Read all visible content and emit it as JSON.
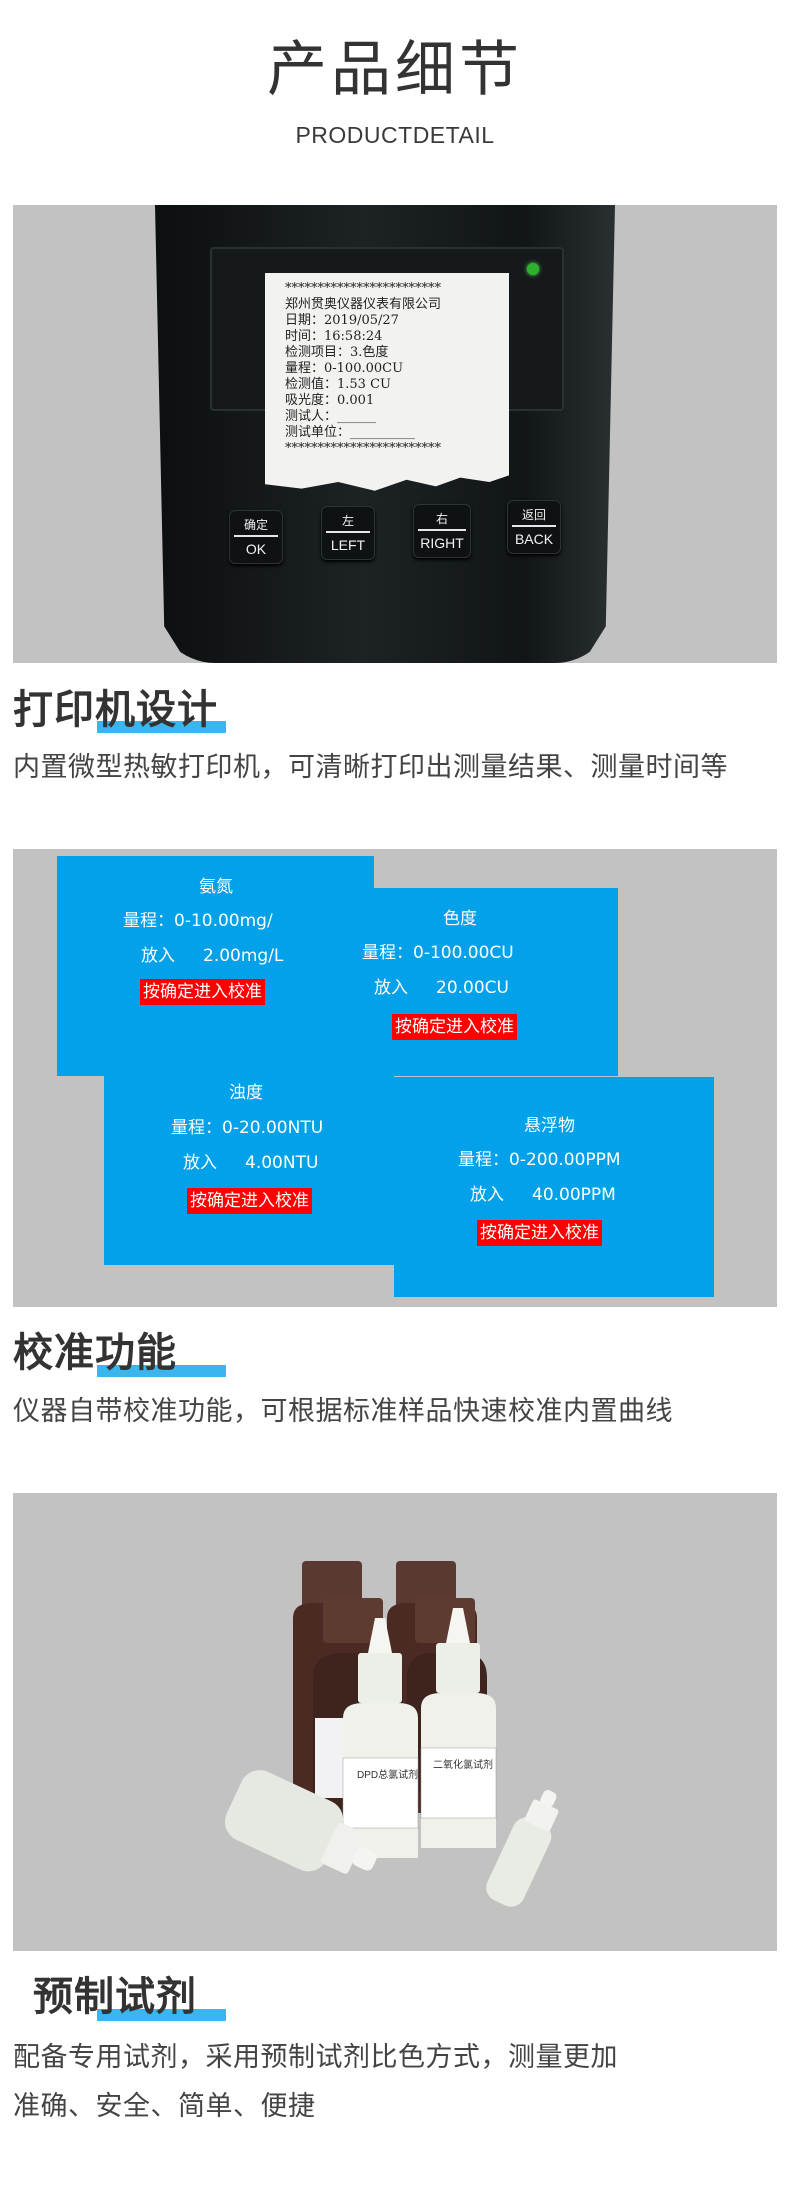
{
  "header": {
    "title": "产品细节",
    "subtitle": "PRODUCTDETAIL"
  },
  "sections": [
    {
      "heading": "打印机设计",
      "description": "内置微型热敏打印机，可清晰打印出测量结果、测量时间等",
      "image": {
        "receipt_lines": [
          "************************",
          "郑州贯奥仪器仪表有限公司",
          "日期：2019/05/27",
          "时间：16:58:24",
          "检测项目：3.色度",
          "量程：0-100.00CU",
          "检测值：1.53 CU",
          "吸光度：0.001",
          "测试人：______",
          "测试单位：__________",
          "************************"
        ],
        "keys": [
          {
            "top": "确定",
            "bottom": "OK"
          },
          {
            "top": "左",
            "bottom": "LEFT"
          },
          {
            "top": "右",
            "bottom": "RIGHT"
          },
          {
            "top": "返回",
            "bottom": "BACK"
          }
        ]
      }
    },
    {
      "heading": "校准功能",
      "description": "仪器自带校准功能，可根据标准样品快速校准内置曲线",
      "cards": [
        {
          "name": "氨氮",
          "range_label": "量程：",
          "range": "0-10.00mg/",
          "put_label": "放入",
          "put": "2.00mg/L",
          "button": "按确定进入校准"
        },
        {
          "name": "色度",
          "range_label": "量程：",
          "range": "0-100.00CU",
          "put_label": "放入",
          "put": "20.00CU",
          "button": "按确定进入校准"
        },
        {
          "name": "浊度",
          "range_label": "量程：",
          "range": "0-20.00NTU",
          "put_label": "放入",
          "put": "4.00NTU",
          "button": "按确定进入校准"
        },
        {
          "name": "悬浮物",
          "range_label": "量程：",
          "range": "0-200.00PPM",
          "put_label": "放入",
          "put": "40.00PPM",
          "button": "按确定进入校准"
        }
      ]
    },
    {
      "heading": "预制试剂",
      "description_lines": [
        "配备专用试剂，采用预制试剂比色方式，测量更加",
        "准确、安全、简单、便捷"
      ],
      "image": {
        "labels": [
          "DPD总氯试剂",
          "二氧化氯试剂"
        ]
      }
    }
  ],
  "colors": {
    "accent": "#3ab5ee",
    "card_blue": "#03a1e9",
    "button_red": "#ff0000",
    "panel_gray": "#c2c2c2"
  }
}
